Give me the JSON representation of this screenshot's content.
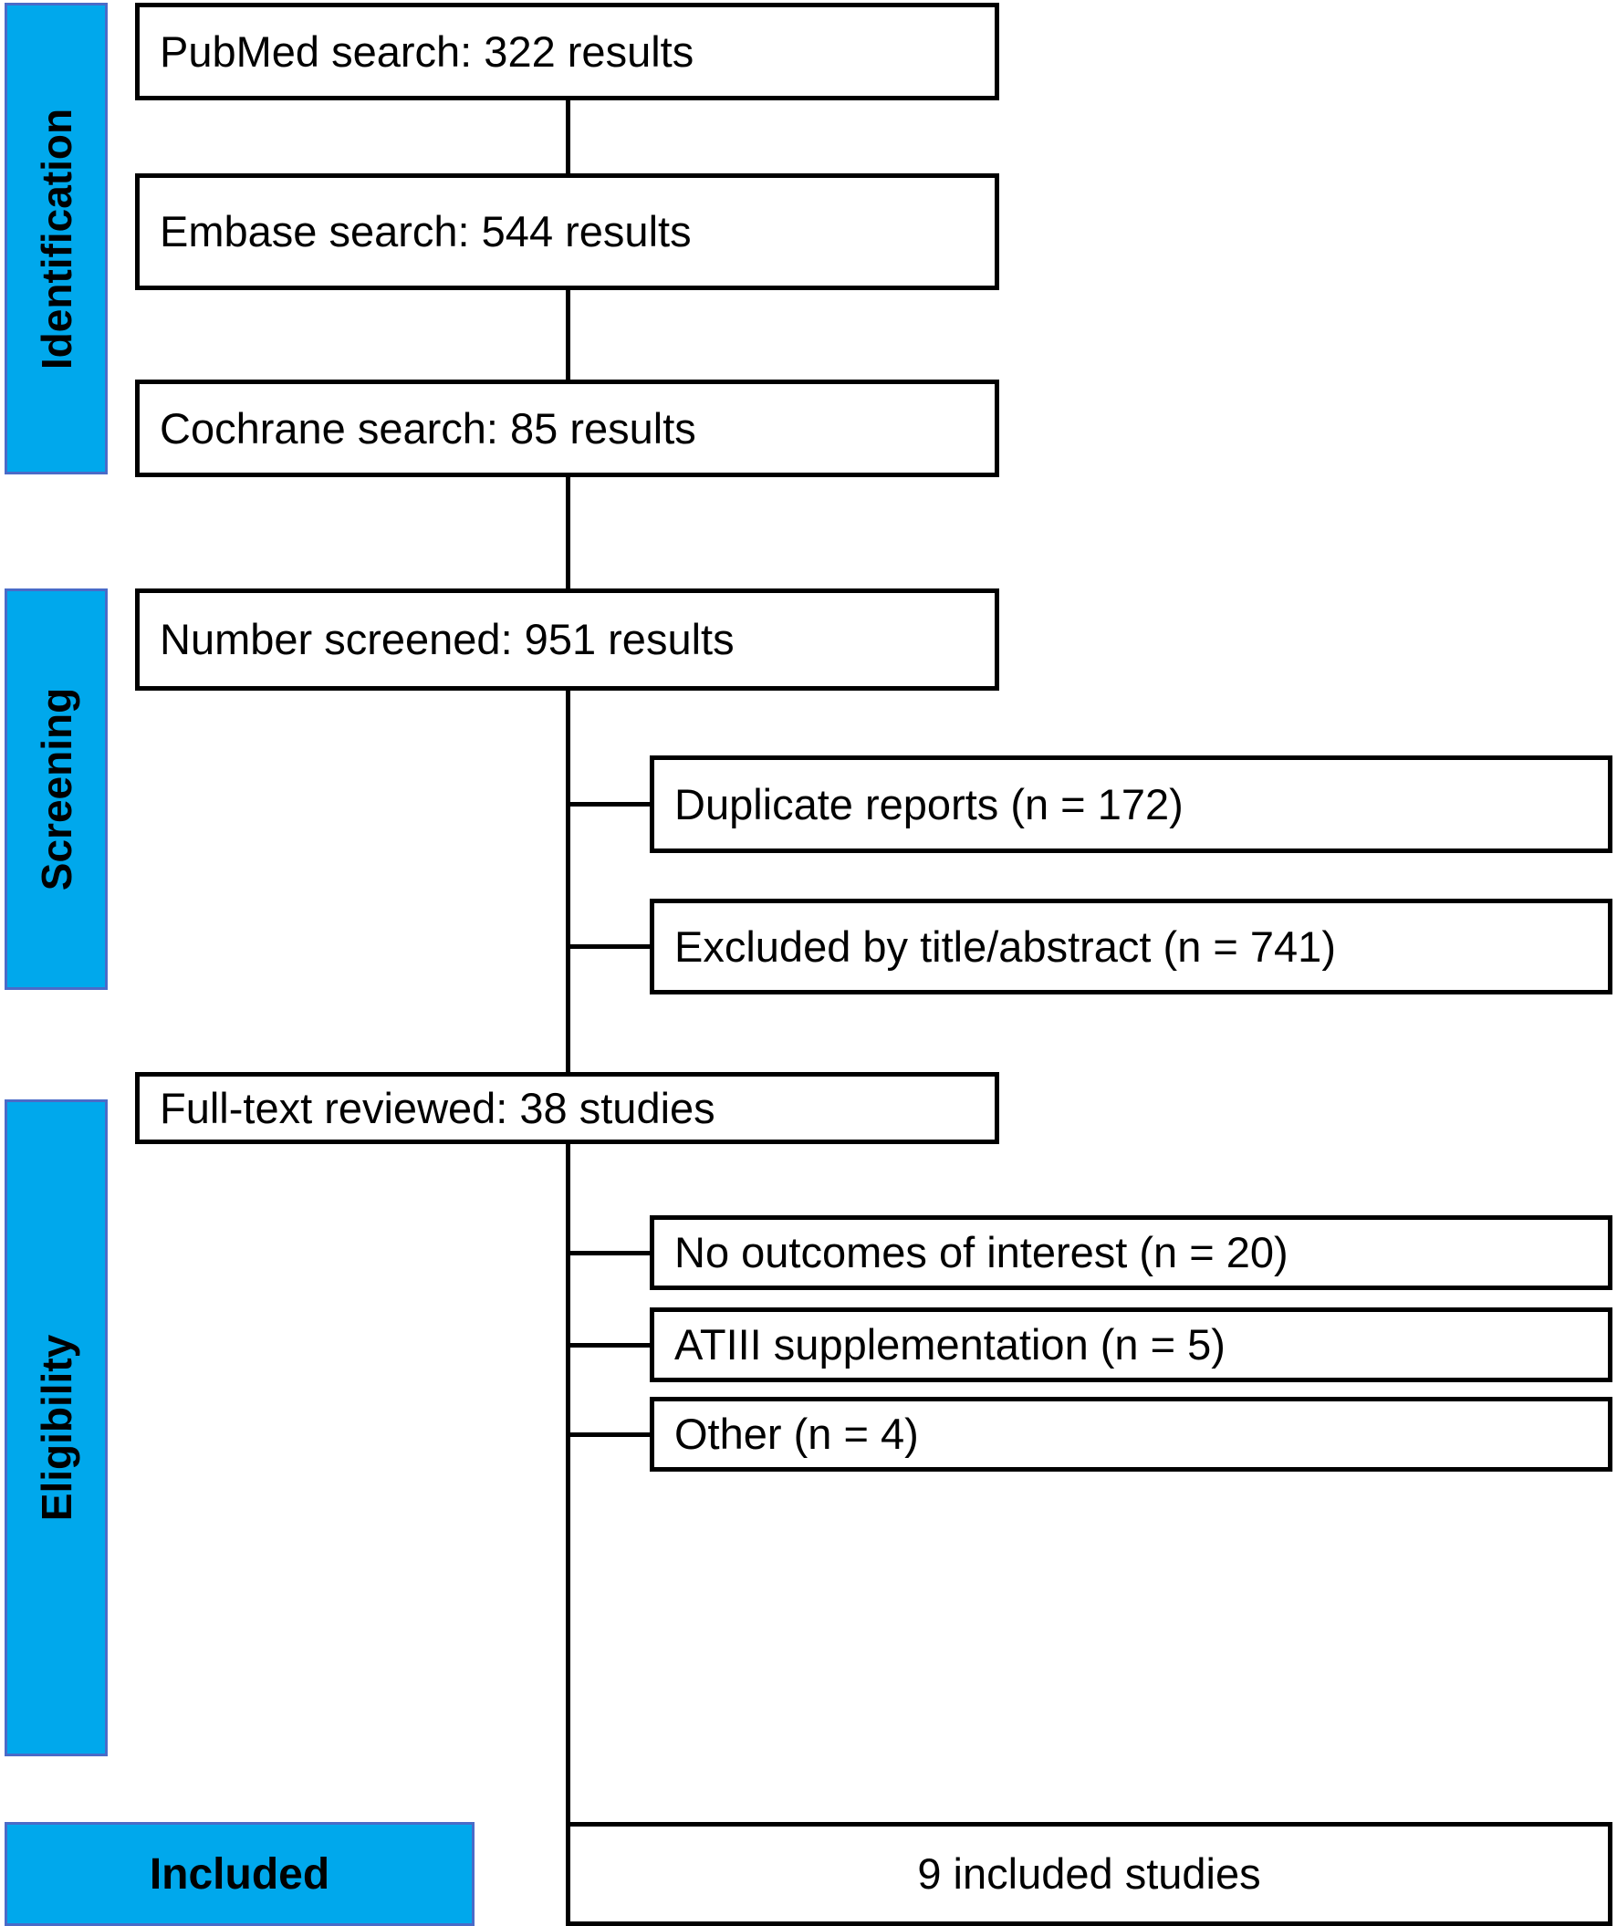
{
  "diagram": {
    "title": "PRISMA study selection flow diagram",
    "accent_color": "#00A8EC",
    "accent_border_color": "#4A6BC8",
    "box_border_color": "#000000",
    "background_color": "#FFFFFF"
  },
  "stages": [
    {
      "id": "identification",
      "label": "Identification"
    },
    {
      "id": "screening",
      "label": "Screening"
    },
    {
      "id": "eligibility",
      "label": "Eligibility"
    },
    {
      "id": "included",
      "label": "Included"
    }
  ],
  "main_nodes": [
    {
      "id": "pubmed",
      "label": "PubMed search: 322 results"
    },
    {
      "id": "embase",
      "label": "Embase search: 544 results"
    },
    {
      "id": "cochrane",
      "label": "Cochrane search: 85 results"
    },
    {
      "id": "screened",
      "label": "Number screened: 951 results"
    },
    {
      "id": "fulltext",
      "label": "Full-text reviewed: 38 studies"
    },
    {
      "id": "included",
      "label": "9 included studies"
    }
  ],
  "exclusion_nodes": [
    {
      "id": "duplicates",
      "label": "Duplicate reports (n = 172)"
    },
    {
      "id": "title-abstract",
      "label": "Excluded by title/abstract (n = 741)"
    },
    {
      "id": "no-outcomes",
      "label": "No outcomes of interest (n = 20)"
    },
    {
      "id": "atiii",
      "label": "ATIII supplementation (n = 5)"
    },
    {
      "id": "other",
      "label": "Other (n = 4)"
    }
  ],
  "chart_data": {
    "type": "diagram",
    "title": "PRISMA study selection flow diagram",
    "nodes": [
      {
        "stage": "Identification",
        "text": "PubMed search: 322 results",
        "value": 322
      },
      {
        "stage": "Identification",
        "text": "Embase search: 544 results",
        "value": 544
      },
      {
        "stage": "Identification",
        "text": "Cochrane search: 85 results",
        "value": 85
      },
      {
        "stage": "Screening",
        "text": "Number screened: 951 results",
        "value": 951
      },
      {
        "stage": "Screening",
        "text": "Duplicate reports (n = 172)",
        "value": 172,
        "kind": "excluded"
      },
      {
        "stage": "Screening",
        "text": "Excluded by title/abstract (n = 741)",
        "value": 741,
        "kind": "excluded"
      },
      {
        "stage": "Eligibility",
        "text": "Full-text reviewed: 38 studies",
        "value": 38
      },
      {
        "stage": "Eligibility",
        "text": "No outcomes of interest (n = 20)",
        "value": 20,
        "kind": "excluded"
      },
      {
        "stage": "Eligibility",
        "text": "ATIII supplementation (n = 5)",
        "value": 5,
        "kind": "excluded"
      },
      {
        "stage": "Eligibility",
        "text": "Other (n = 4)",
        "value": 4,
        "kind": "excluded"
      },
      {
        "stage": "Included",
        "text": "9 included studies",
        "value": 9
      }
    ]
  }
}
